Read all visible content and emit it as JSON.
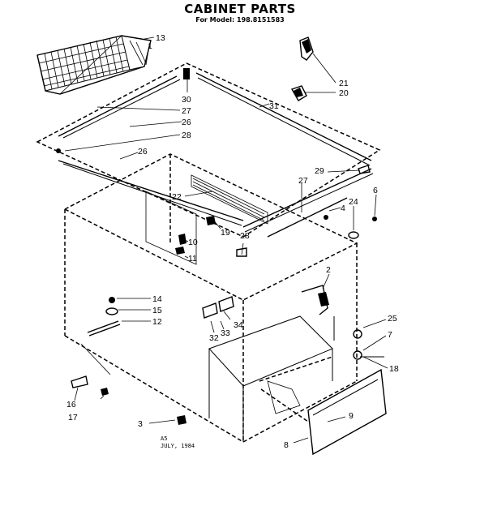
{
  "title": "CABINET PARTS",
  "subtitle": "For Model: 198.8151583",
  "footer": {
    "line1": "A5",
    "line2": "JULY, 1984"
  },
  "callouts": [
    {
      "id": "c13",
      "label": "13"
    },
    {
      "id": "c1",
      "label": "1"
    },
    {
      "id": "c21",
      "label": "21"
    },
    {
      "id": "c20",
      "label": "20"
    },
    {
      "id": "c30",
      "label": "30"
    },
    {
      "id": "c31",
      "label": "31"
    },
    {
      "id": "c27a",
      "label": "27"
    },
    {
      "id": "c26a",
      "label": "26"
    },
    {
      "id": "c28a",
      "label": "28"
    },
    {
      "id": "c26b",
      "label": "26"
    },
    {
      "id": "c29",
      "label": "29"
    },
    {
      "id": "c22",
      "label": "22"
    },
    {
      "id": "c27b",
      "label": "27"
    },
    {
      "id": "c6",
      "label": "6"
    },
    {
      "id": "c24",
      "label": "24"
    },
    {
      "id": "c4",
      "label": "4"
    },
    {
      "id": "c19",
      "label": "19"
    },
    {
      "id": "c28b",
      "label": "28"
    },
    {
      "id": "c10",
      "label": "10"
    },
    {
      "id": "c11",
      "label": "11"
    },
    {
      "id": "c2",
      "label": "2"
    },
    {
      "id": "c14",
      "label": "14"
    },
    {
      "id": "c15",
      "label": "15"
    },
    {
      "id": "c12",
      "label": "12"
    },
    {
      "id": "c34",
      "label": "34"
    },
    {
      "id": "c32",
      "label": "32"
    },
    {
      "id": "c33",
      "label": "33"
    },
    {
      "id": "c25",
      "label": "25"
    },
    {
      "id": "c7",
      "label": "7"
    },
    {
      "id": "c18",
      "label": "18"
    },
    {
      "id": "c9",
      "label": "9"
    },
    {
      "id": "c16",
      "label": "16"
    },
    {
      "id": "c17",
      "label": "17"
    },
    {
      "id": "c3",
      "label": "3"
    },
    {
      "id": "c8",
      "label": "8"
    }
  ]
}
